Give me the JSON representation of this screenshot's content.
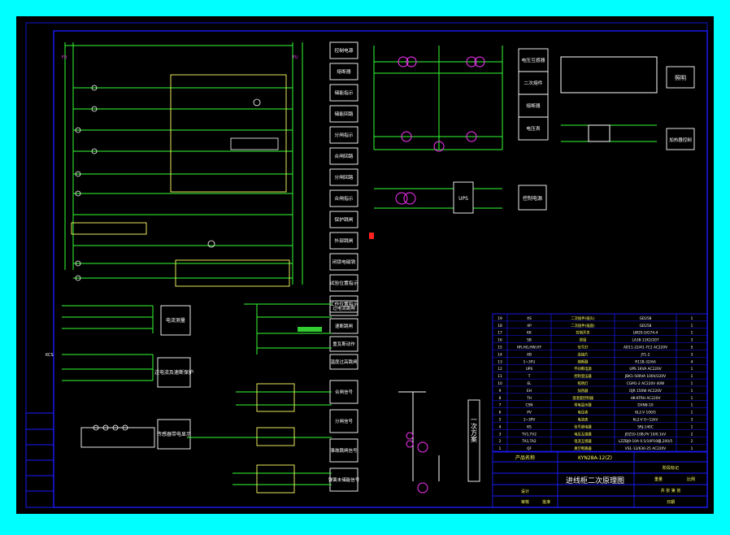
{
  "colors": {
    "outer_bg": "#00ffff",
    "canvas": "#000000",
    "border": "#1a1aff",
    "box": "#ffffff",
    "wire": "#33ff33",
    "label": "#ff33ff",
    "accent_yellow": "#ffff00",
    "accent_red": "#ff2020"
  },
  "top_left_labels": {
    "fuse1": "FU",
    "fuse2": "FU",
    "kcs": "KCS"
  },
  "left_boxes": [
    {
      "name": "control-bus",
      "text": "控制电源"
    },
    {
      "name": "fuse",
      "text": "熔断器"
    },
    {
      "name": "close-indicator",
      "text": "储能指示"
    },
    {
      "name": "energy-circuit",
      "text": "储能回路"
    },
    {
      "name": "open-indicator",
      "text": "分闸指示"
    },
    {
      "name": "close-circuit",
      "text": "合闸回路"
    },
    {
      "name": "open-circuit",
      "text": "分闸回路"
    },
    {
      "name": "close-indicator-2",
      "text": "合闸指示"
    },
    {
      "name": "protection-trip",
      "text": "保护跳闸"
    },
    {
      "name": "external-trip",
      "text": "外部跳闸"
    },
    {
      "name": "lock-magnet",
      "text": "闭锁电磁铁"
    },
    {
      "name": "position-test",
      "text": "试验位置指示"
    },
    {
      "name": "position-work",
      "text": "工作位置指示"
    }
  ],
  "right_top_boxes": [
    {
      "name": "volt-transformer",
      "text": "电压互感器"
    },
    {
      "name": "secondary-fuse",
      "text": "二次熔件"
    },
    {
      "name": "fuse-box",
      "text": "熔断器"
    },
    {
      "name": "voltmeter",
      "text": "电压表"
    }
  ],
  "lighting_box": "照明",
  "heater_box": "加热器控制",
  "ups_label": "UPS",
  "control_power_box": "控制电源",
  "middle_boxes": [
    {
      "name": "overcurrent-trip",
      "text": "过电流跳闸"
    },
    {
      "name": "quick-break",
      "text": "速断跳闸"
    },
    {
      "name": "gas-trip",
      "text": "重瓦斯动作"
    },
    {
      "name": "temp-alarm",
      "text": "温度过高跳闸"
    }
  ],
  "bottom_mid_boxes": [
    {
      "name": "close-signal",
      "text": "合闸信号"
    },
    {
      "name": "open-signal",
      "text": "分闸信号"
    },
    {
      "name": "fault-signal",
      "text": "事故跳闸信号"
    },
    {
      "name": "spring-signal",
      "text": "弹簧未储能信号"
    }
  ],
  "meter_boxes": [
    {
      "name": "current-measure",
      "text": "电流测量"
    },
    {
      "name": "overcurrent-protect",
      "text": "过电流及速断保护"
    },
    {
      "name": "sensor-box",
      "text": "传感器带电显示"
    }
  ],
  "vertical_scheme": "一次方案",
  "left_strip": [
    "",
    "",
    "",
    "",
    "",
    ""
  ],
  "bom_rows": [
    [
      "19",
      "XS",
      "二次插件(插头)",
      "GD258",
      "1"
    ],
    [
      "18",
      "XP",
      "二次插件(插座)",
      "GD258",
      "1"
    ],
    [
      "17",
      "KK",
      "控制开关",
      "LW20-5/G74-4",
      "1"
    ],
    [
      "16",
      "SB",
      "按钮",
      "LA38-11K2/207",
      "3"
    ],
    [
      "15",
      "HR,HG,HW,HY",
      "信号灯",
      "AD11-22/41-7C2 AC220V",
      "5"
    ],
    [
      "14",
      "XB",
      "连接片",
      "JY1-2",
      "3"
    ],
    [
      "13",
      "1~3FU",
      "熔断器",
      "R11B-32/6A",
      "4"
    ],
    [
      "12",
      "UPS",
      "不间断电源",
      "UPS 1KVA AC220V",
      "1"
    ],
    [
      "11",
      "T",
      "控制变压器",
      "JBK1-500VA 100V/220V",
      "1"
    ],
    [
      "10",
      "EL",
      "照明灯",
      "CGM1-2 AC220V 40W",
      "1"
    ],
    [
      "9",
      "EH",
      "加热器",
      "DJR 150W AC220V",
      "1"
    ],
    [
      "8",
      "TH",
      "温湿度控制器",
      "HK-KTRH AC220V",
      "1"
    ],
    [
      "7",
      "CSN",
      "带电显示器",
      "DXN8-10",
      "1"
    ],
    [
      "6",
      "PV",
      "电压表",
      "6L2-V 100/5",
      "1"
    ],
    [
      "5",
      "1~3PV",
      "电流表",
      "6L2-V 0~12kV",
      "3"
    ],
    [
      "4",
      "KS",
      "信号继电器",
      "SRJ-140C",
      "1"
    ],
    [
      "3",
      "TV1,TV2",
      "电压互感器",
      "JDZ10-10B,PV 10/0.1kV",
      "2"
    ],
    [
      "2",
      "TA1,TA2",
      "电流互感器",
      "LZZBJ9-10A 0.5/10P10级,200/5",
      "2"
    ],
    [
      "1",
      "QF",
      "真空断路器",
      "VS1-12/630-25 AC220V",
      "1"
    ]
  ],
  "title_block": {
    "company": "产品名称",
    "drawing_no": "KYN28A-12(Z)",
    "title": "进线柜二次原理图",
    "stage": "阶段标记",
    "weight": "重量",
    "scale": "比例",
    "sheet": "共 张 第 张",
    "designer": "设计",
    "checker": "审核",
    "approver": "批准",
    "date": "日期"
  }
}
